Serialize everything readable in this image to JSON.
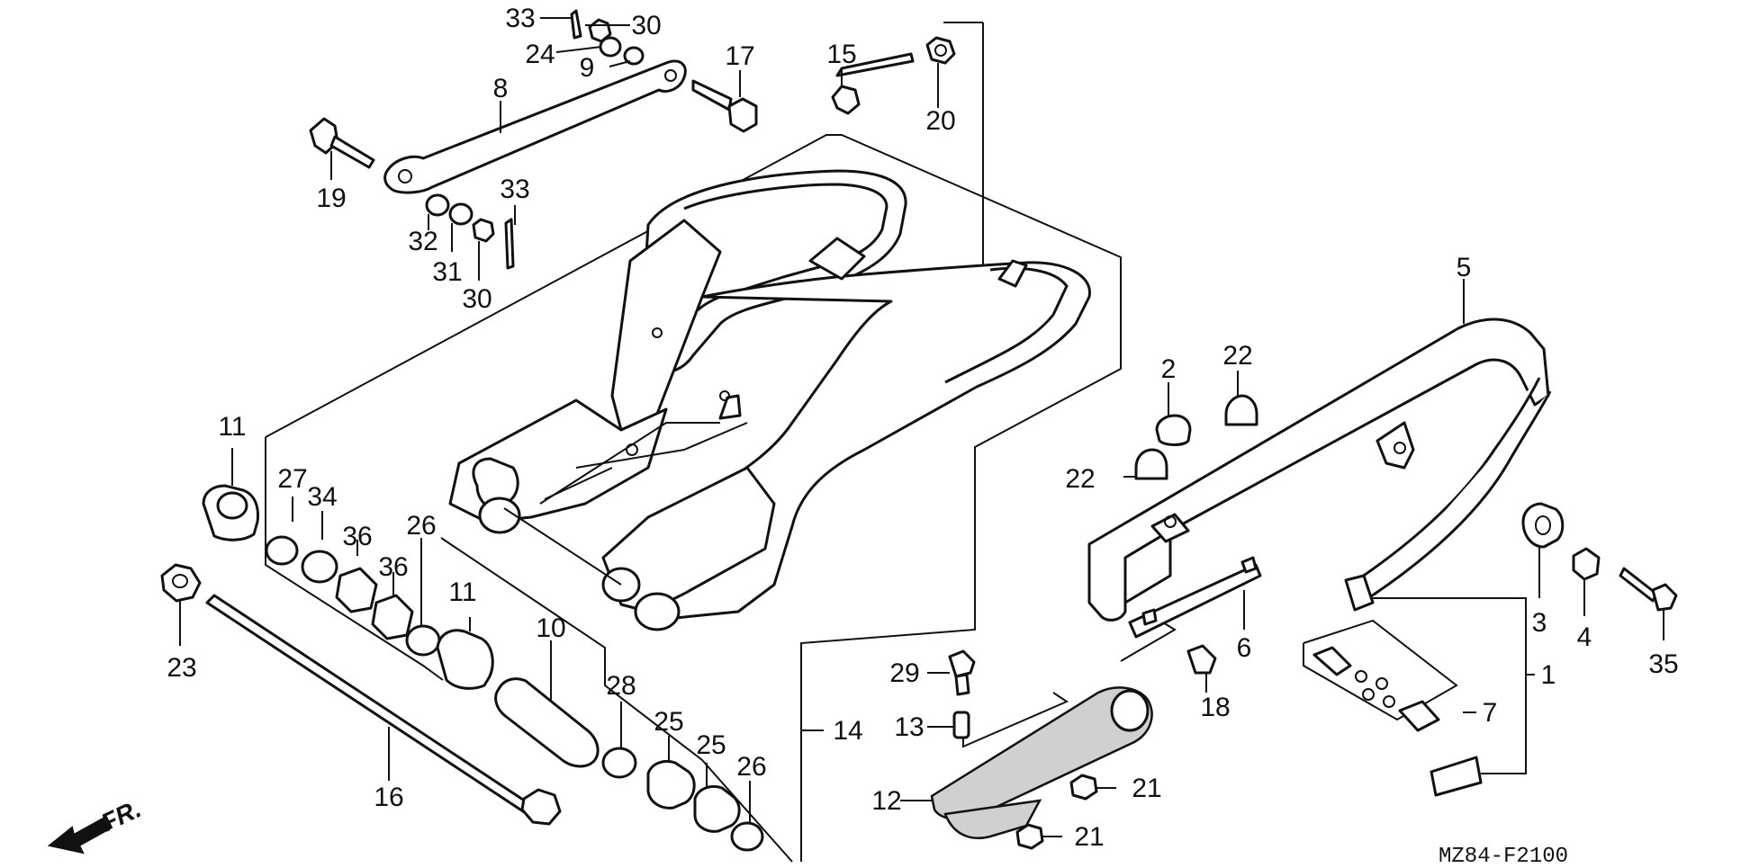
{
  "diagram_code": "MZ84-F2100",
  "front_indicator": "FR.",
  "callouts": [
    {
      "id": "c1",
      "label": "1"
    },
    {
      "id": "c2",
      "label": "2"
    },
    {
      "id": "c3",
      "label": "3"
    },
    {
      "id": "c4",
      "label": "4"
    },
    {
      "id": "c5",
      "label": "5"
    },
    {
      "id": "c6",
      "label": "6"
    },
    {
      "id": "c7",
      "label": "7"
    },
    {
      "id": "c8",
      "label": "8"
    },
    {
      "id": "c9",
      "label": "9"
    },
    {
      "id": "c10",
      "label": "10"
    },
    {
      "id": "c11a",
      "label": "11"
    },
    {
      "id": "c11b",
      "label": "11"
    },
    {
      "id": "c12",
      "label": "12"
    },
    {
      "id": "c13",
      "label": "13"
    },
    {
      "id": "c14",
      "label": "14"
    },
    {
      "id": "c15",
      "label": "15"
    },
    {
      "id": "c16",
      "label": "16"
    },
    {
      "id": "c17",
      "label": "17"
    },
    {
      "id": "c18",
      "label": "18"
    },
    {
      "id": "c19",
      "label": "19"
    },
    {
      "id": "c20",
      "label": "20"
    },
    {
      "id": "c21a",
      "label": "21"
    },
    {
      "id": "c21b",
      "label": "21"
    },
    {
      "id": "c22a",
      "label": "22"
    },
    {
      "id": "c22b",
      "label": "22"
    },
    {
      "id": "c23",
      "label": "23"
    },
    {
      "id": "c24",
      "label": "24"
    },
    {
      "id": "c25a",
      "label": "25"
    },
    {
      "id": "c25b",
      "label": "25"
    },
    {
      "id": "c26a",
      "label": "26"
    },
    {
      "id": "c26b",
      "label": "26"
    },
    {
      "id": "c27",
      "label": "27"
    },
    {
      "id": "c28",
      "label": "28"
    },
    {
      "id": "c29",
      "label": "29"
    },
    {
      "id": "c30a",
      "label": "30"
    },
    {
      "id": "c30b",
      "label": "30"
    },
    {
      "id": "c31",
      "label": "31"
    },
    {
      "id": "c32",
      "label": "32"
    },
    {
      "id": "c33a",
      "label": "33"
    },
    {
      "id": "c33b",
      "label": "33"
    },
    {
      "id": "c34",
      "label": "34"
    },
    {
      "id": "c35",
      "label": "35"
    },
    {
      "id": "c36a",
      "label": "36"
    },
    {
      "id": "c36b",
      "label": "36"
    }
  ]
}
